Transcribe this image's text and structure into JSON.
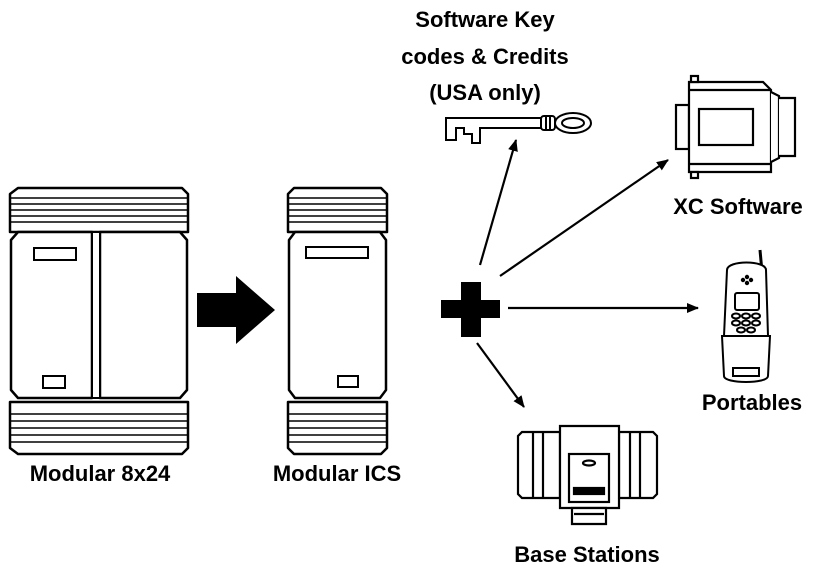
{
  "labels": {
    "modular_8x24": "Modular 8x24",
    "modular_ics": "Modular ICS",
    "software_key_line1": "Software Key",
    "software_key_line2": "codes & Credits",
    "software_key_line3": "(USA only)",
    "xc_software": "XC Software",
    "portables": "Portables",
    "base_stations": "Base Stations"
  },
  "colors": {
    "ink": "#000000",
    "background": "#ffffff"
  },
  "icons": [
    "arrow-right-icon",
    "plus-icon",
    "key-icon",
    "cartridge-icon",
    "portable-phone-icon",
    "base-station-icon"
  ]
}
